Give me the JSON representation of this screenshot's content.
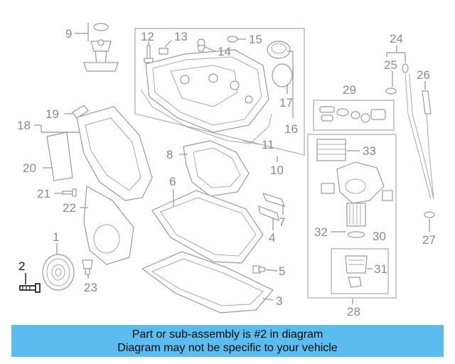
{
  "callouts": {
    "c1": "1",
    "c2": "2",
    "c3": "3",
    "c4": "4",
    "c5": "5",
    "c6": "6",
    "c7": "7",
    "c8": "8",
    "c9": "9",
    "c10": "10",
    "c11": "11",
    "c12": "12",
    "c13": "13",
    "c14": "14",
    "c15": "15",
    "c16": "16",
    "c17": "17",
    "c18": "18",
    "c19": "19",
    "c20": "20",
    "c21": "21",
    "c22": "22",
    "c23": "23",
    "c24": "24",
    "c25": "25",
    "c26": "26",
    "c27": "27",
    "c28": "28",
    "c29": "29",
    "c30": "30",
    "c31": "31",
    "c32": "32",
    "c33": "33"
  },
  "highlighted_part": "2",
  "colors": {
    "banner": "#5bbcef",
    "callout": "#8a8a8a",
    "highlight": "#111111"
  },
  "banner": {
    "line1": "Part or sub-assembly is #2 in diagram",
    "line2": "Diagram may not be specific to your vehicle"
  }
}
